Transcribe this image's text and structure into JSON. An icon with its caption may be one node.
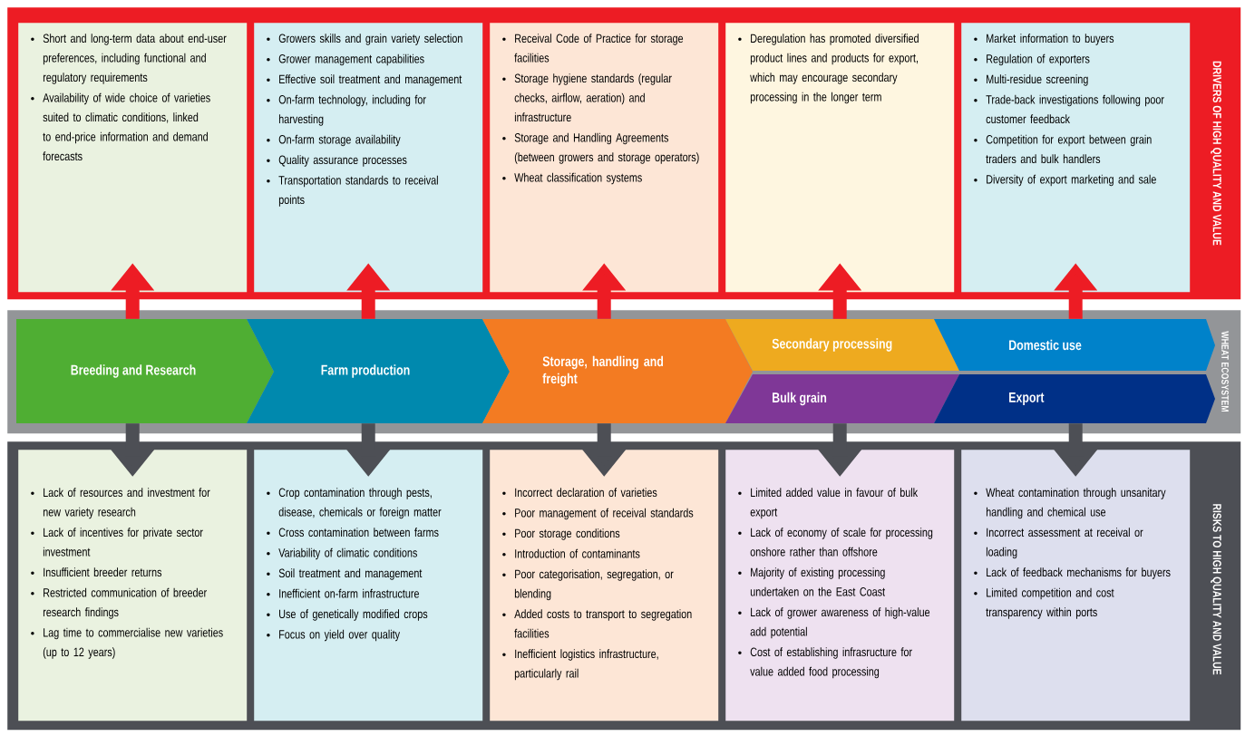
{
  "diagram": {
    "nodes": [
      {
        "text": [
          "DRIVERS OF HIGH QUALITY AND VALUE"
        ]
      },
      {
        "text": [
          "Short and long-term data about end-user preferences, including functional and regulatory requirements",
          "Availability of wide choice of varieties suited to climatic conditions, linked to end-price information and demand forecasts"
        ],
        "in": 0
      },
      {
        "text": [
          "Growers skills and grain variety selection",
          "Grower management capabilities",
          "Effective soil treatment and management",
          "On-farm technology, including for harvesting",
          "On-farm storage availability",
          "Quality assurance processes",
          "Transportation standards to receival points"
        ],
        "in": 0
      },
      {
        "text": [
          "Receival Code of Practice for storage facilities",
          "Storage hygiene standards (regular checks, airflow, aeration) and infrastructure",
          "Storage and Handling Agreements (between growers and storage operators)",
          "Wheat classification systems"
        ],
        "in": 0
      },
      {
        "text": [
          "Deregulation has promoted diversified product lines and products for export, which may encourage secondary processing in the longer term"
        ],
        "in": 0
      },
      {
        "text": [
          "Market information to buyers",
          "Regulation of exporters",
          "Multi-residue screening",
          "Trade-back investigations following poor customer feedback",
          "Competition for export between grain traders and bulk handlers",
          "Diversity of export marketing and sale"
        ],
        "in": 0
      },
      {
        "text": [
          "WHEAT ECOSYSTEM"
        ]
      },
      {
        "text": [
          "Breeding and Research"
        ],
        "in": 6
      },
      {
        "text": [
          "Farm production"
        ],
        "in": 6
      },
      {
        "text": [
          "Storage, handling and freight"
        ],
        "in": 6
      },
      {
        "text": [
          "Secondary processing"
        ],
        "in": 6
      },
      {
        "text": [
          "Domestic use"
        ],
        "in": 6
      },
      {
        "text": [
          "Bulk grain"
        ],
        "in": 6
      },
      {
        "text": [
          "Export"
        ],
        "in": 6
      },
      {
        "text": [
          "RISKS TO HIGH QUALITY AND VALUE"
        ]
      },
      {
        "text": [
          "Lack of resources and investment for new variety research",
          "Lack of incentives for private sector investment",
          "Insufficient breeder returns",
          "Restricted communication of breeder research findings",
          "Lag time to commercialise new varieties (up to 12 years)"
        ],
        "in": 14
      },
      {
        "text": [
          "Crop contamination through pests, disease, chemicals or foreign matter",
          "Cross contamination between farms",
          "Variability of climatic conditions",
          "Soil treatment and management",
          "Inefficient on-farm infrastructure",
          "Use of genetically modified crops",
          "Focus on yield over quality"
        ],
        "in": 14
      },
      {
        "text": [
          "Incorrect declaration of varieties",
          "Poor management of receival standards",
          "Poor storage conditions",
          "Introduction of contaminants",
          "Poor categorisation, segregation, or blending",
          "Added costs to transport to segregation facilities",
          "Inefficient logistics infrastructure, particularly rail"
        ],
        "in": 14
      },
      {
        "text": [
          "Limited added value in favour of bulk export",
          "Lack of economy of scale for processing onshore rather than offshore",
          "Majority of existing processing undertaken on the East Coast",
          "Lack of grower awareness of high-value add potential",
          "Cost of establishing infrasructure for value added food processing"
        ],
        "in": 14
      },
      {
        "text": [
          "Wheat contamination through unsanitary handling and chemical use",
          "Incorrect assessment at receival or loading",
          "Lack of feedback mechanisms for buyers",
          "Limited competition and cost transparency within ports"
        ],
        "in": 14
      }
    ],
    "edges": [
      {
        "from": 7,
        "to": 1,
        "arrow": "to",
        "color": "#ed1c24"
      },
      {
        "from": 8,
        "to": 2,
        "arrow": "to",
        "color": "#ed1c24"
      },
      {
        "from": 9,
        "to": 3,
        "arrow": "to",
        "color": "#ed1c24"
      },
      {
        "from": 10,
        "to": 4,
        "arrow": "to",
        "color": "#ed1c24"
      },
      {
        "from": 11,
        "to": 5,
        "arrow": "to",
        "color": "#ed1c24"
      },
      {
        "from": 7,
        "to": 15,
        "arrow": "to",
        "color": "#4d4f55"
      },
      {
        "from": 8,
        "to": 16,
        "arrow": "to",
        "color": "#4d4f55"
      },
      {
        "from": 9,
        "to": 17,
        "arrow": "to",
        "color": "#4d4f55"
      },
      {
        "from": 12,
        "to": 18,
        "arrow": "to",
        "color": "#4d4f55"
      },
      {
        "from": 13,
        "to": 19,
        "arrow": "to",
        "color": "#4d4f55"
      }
    ]
  }
}
